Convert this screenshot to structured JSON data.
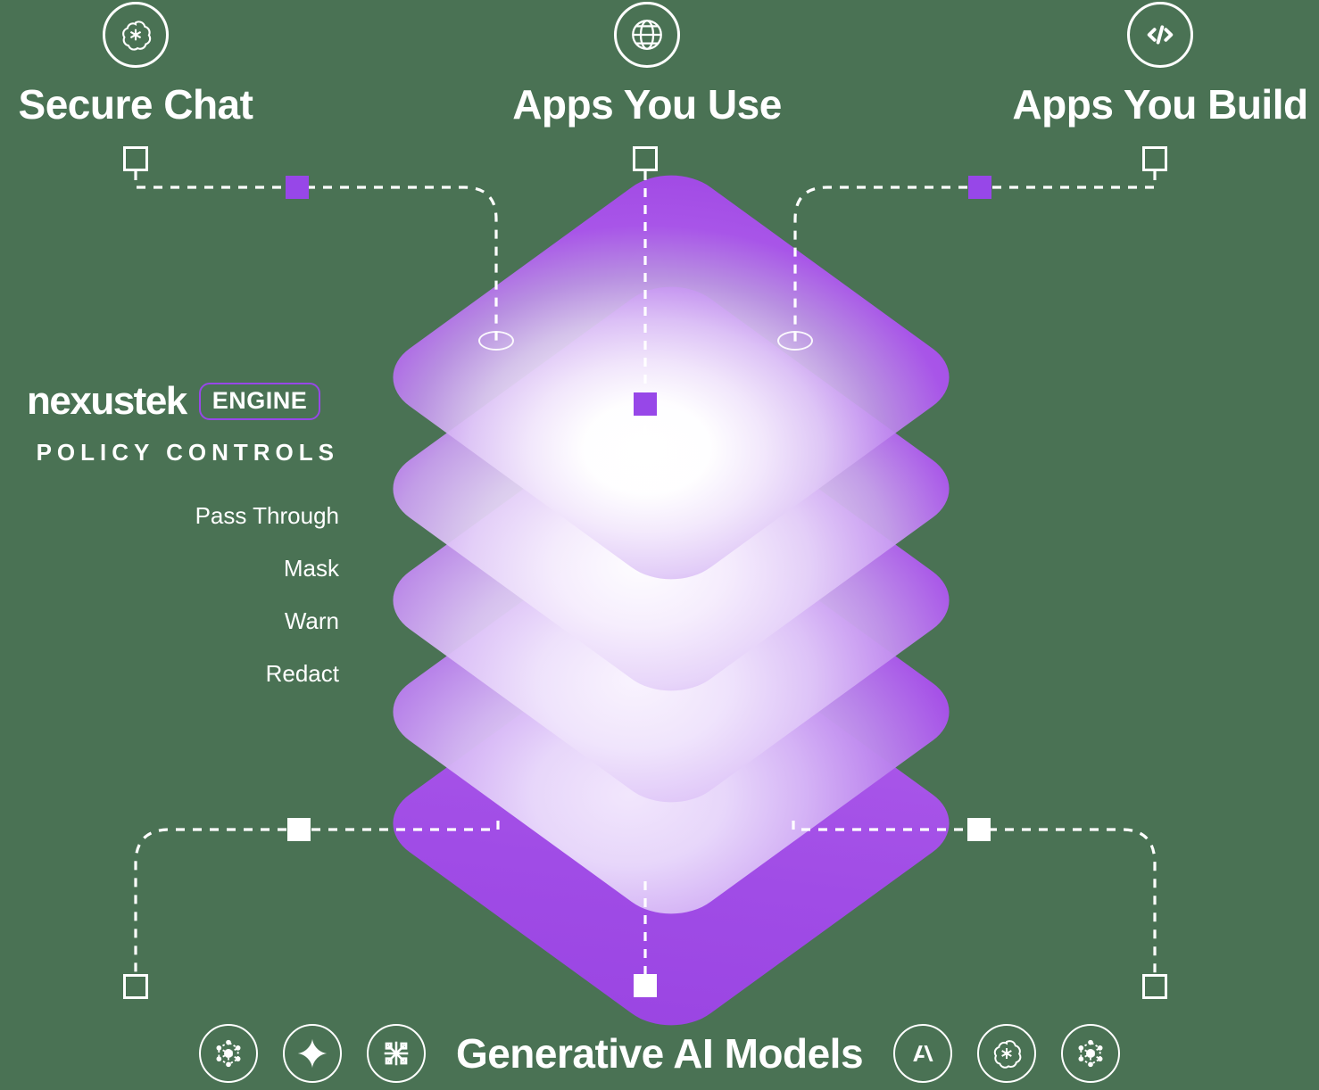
{
  "background_color": "#4A7254",
  "accent_color": "#9747E8",
  "layer_color": "#A855E8",
  "endpoints": [
    {
      "id": "secure-chat",
      "label": "Secure Chat",
      "icon": "openai-icon"
    },
    {
      "id": "apps-you-use",
      "label": "Apps You Use",
      "icon": "globe-icon"
    },
    {
      "id": "apps-you-build",
      "label": "Apps You Build",
      "icon": "code-brackets-icon"
    }
  ],
  "engine": {
    "brand": "nexustek",
    "badge": "ENGINE",
    "heading": "POLICY CONTROLS",
    "controls": [
      "Pass Through",
      "Mask",
      "Warn",
      "Redact"
    ]
  },
  "stack": {
    "layer_count": 5,
    "layers": [
      {
        "index": 1,
        "name": "top-layer"
      },
      {
        "index": 2,
        "name": "second-layer"
      },
      {
        "index": 3,
        "name": "third-layer"
      },
      {
        "index": 4,
        "name": "fourth-layer"
      },
      {
        "index": 5,
        "name": "base-layer"
      }
    ]
  },
  "models": {
    "title": "Generative AI Models",
    "left_icons": [
      "meta-network-icon",
      "gemini-sparkle-icon",
      "mistral-icon"
    ],
    "right_icons": [
      "anthropic-icon",
      "openai-icon",
      "network-cluster-icon"
    ]
  }
}
